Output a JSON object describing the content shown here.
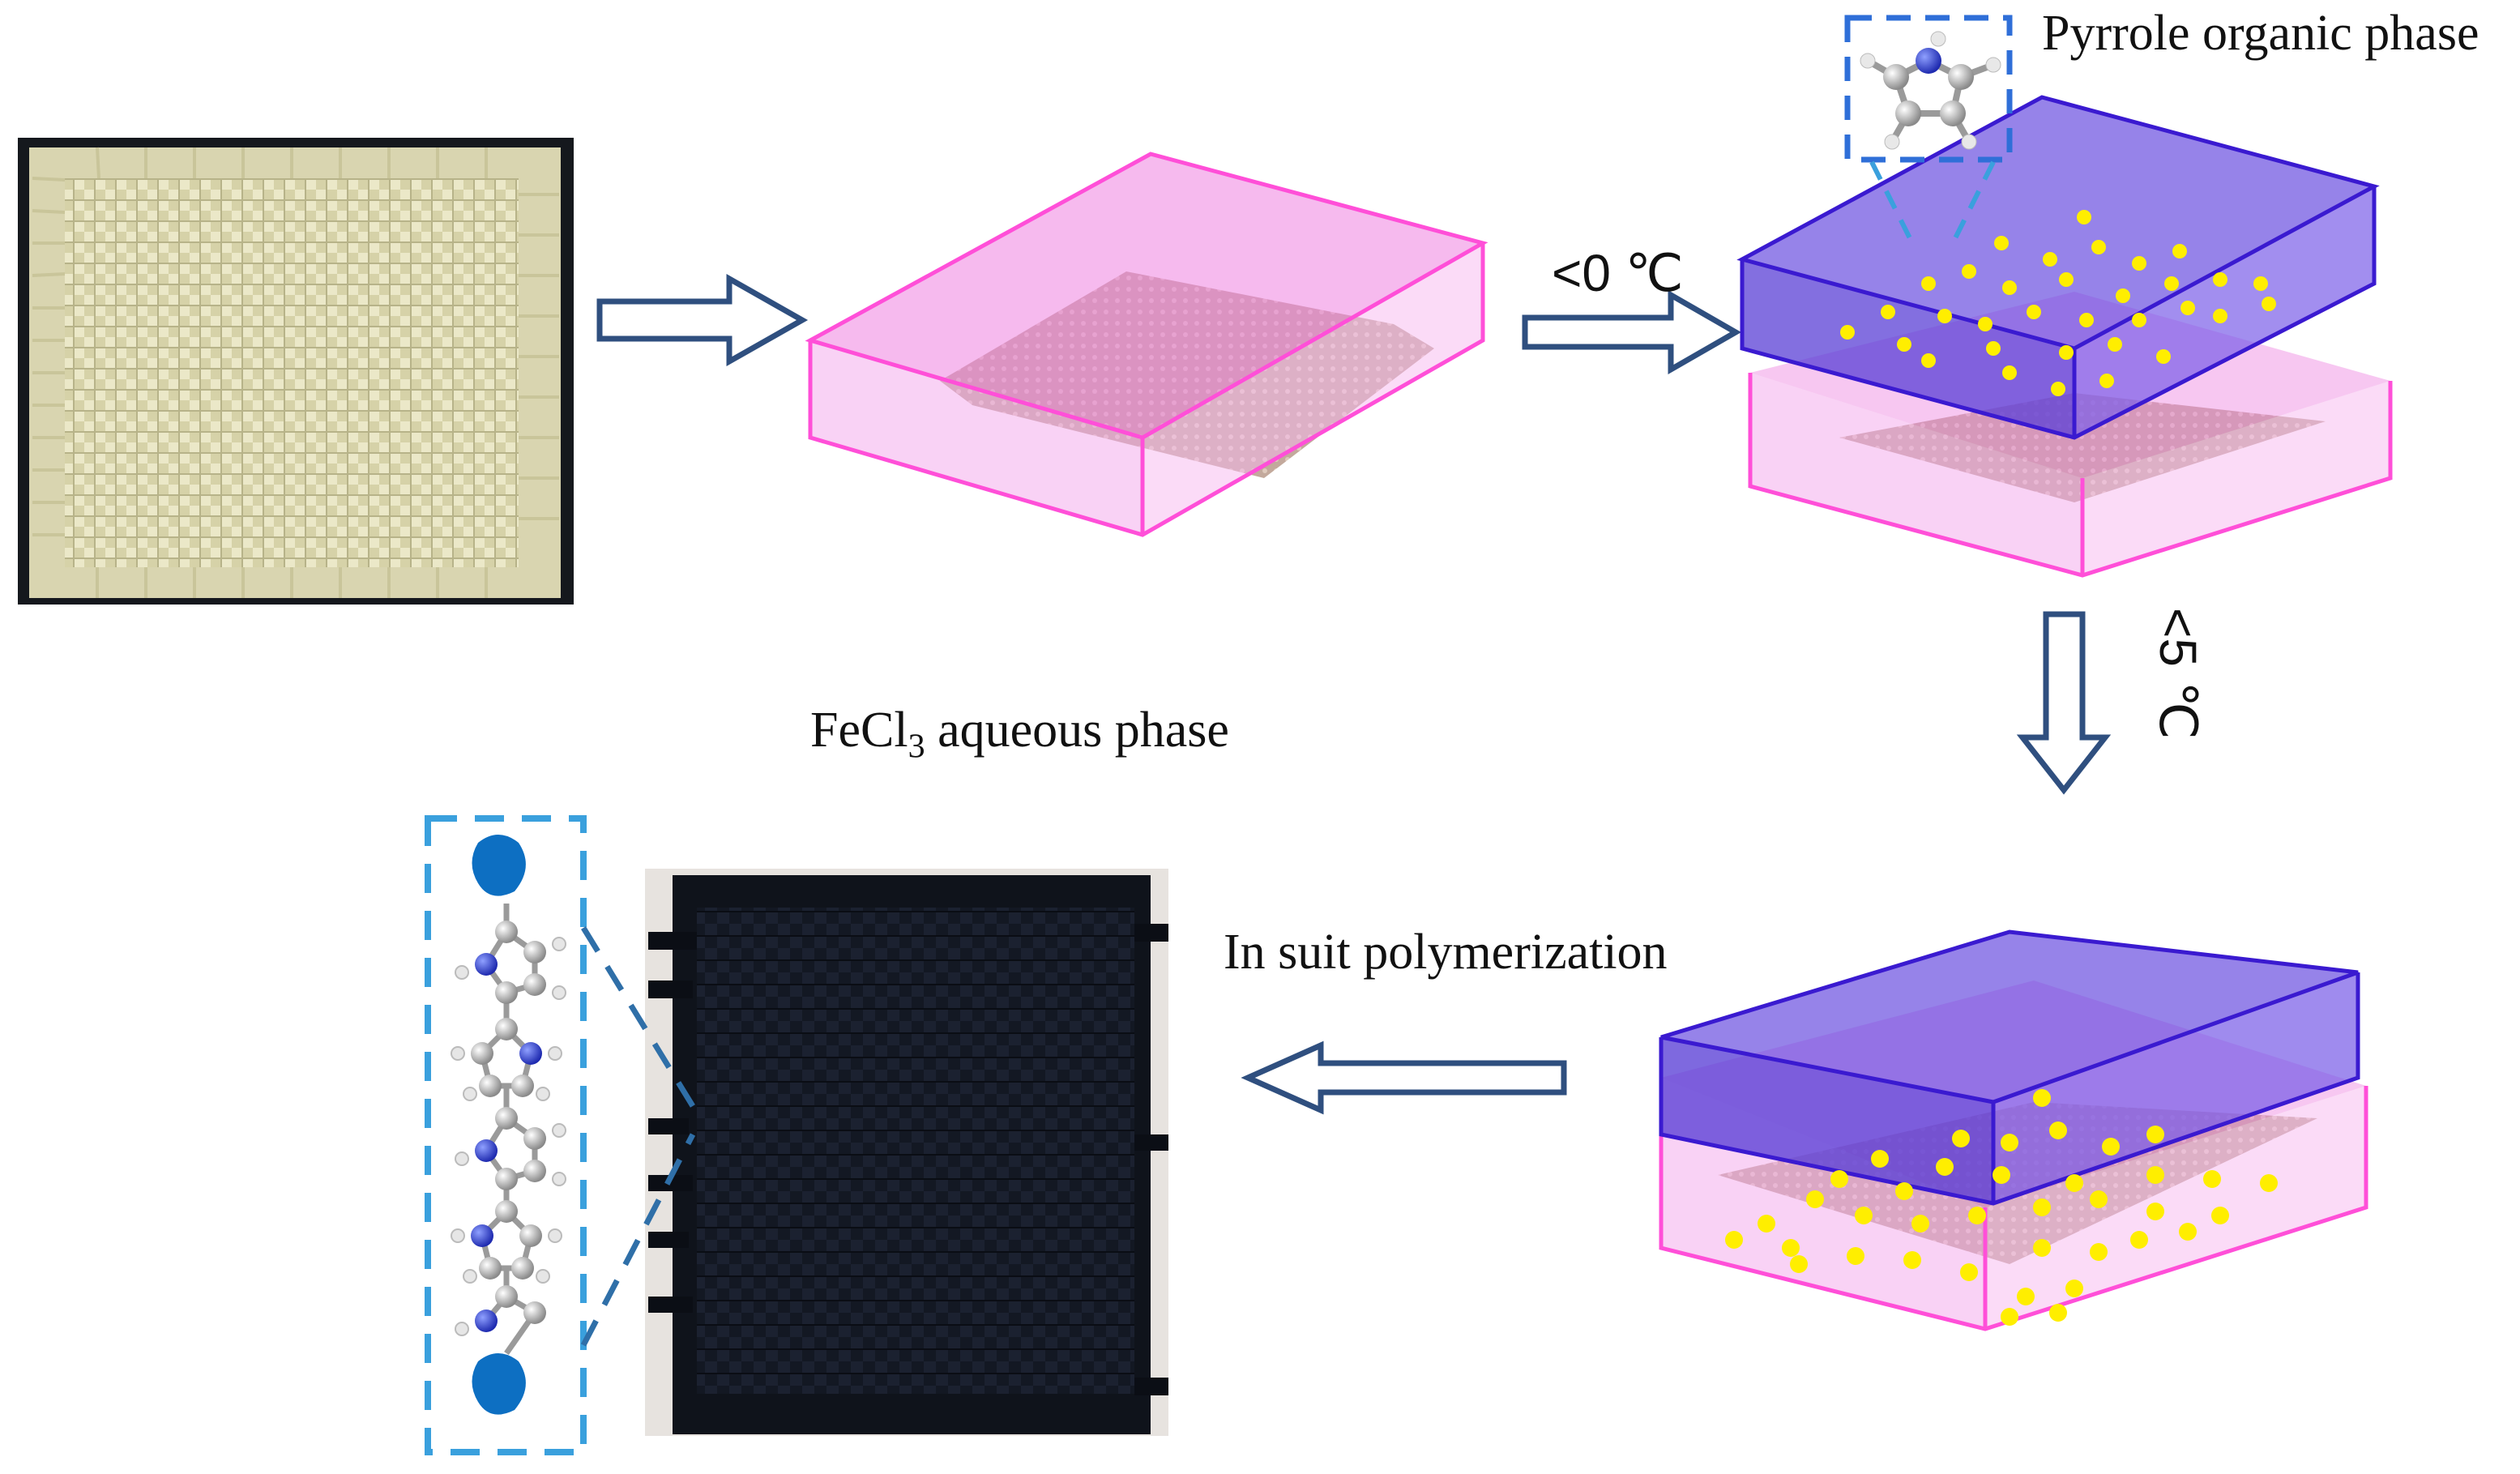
{
  "labels": {
    "pyrrole_phase": "Pyrrole organic phase",
    "temp_below_zero": "<0 ℃",
    "temp_below_five": "<5 ℃",
    "fecl3_prefix": "FeCl",
    "fecl3_sub": "3",
    "fecl3_suffix": " aqueous phase",
    "polymerization": "In suit polymerization"
  },
  "colors": {
    "arrow": "#2f4f7f",
    "aqueous_box": "#ee82e0",
    "organic_box": "#5a3fd6",
    "dots": "#ffee00",
    "dash_callout": "#3aa0dd",
    "fabric_raw": "#cfcca0",
    "fabric_coated": "#10141d"
  },
  "icons": [
    "right-arrow-icon",
    "down-arrow-icon",
    "left-arrow-icon",
    "pyrrole-molecule-icon",
    "polypyrrole-chain-icon"
  ]
}
